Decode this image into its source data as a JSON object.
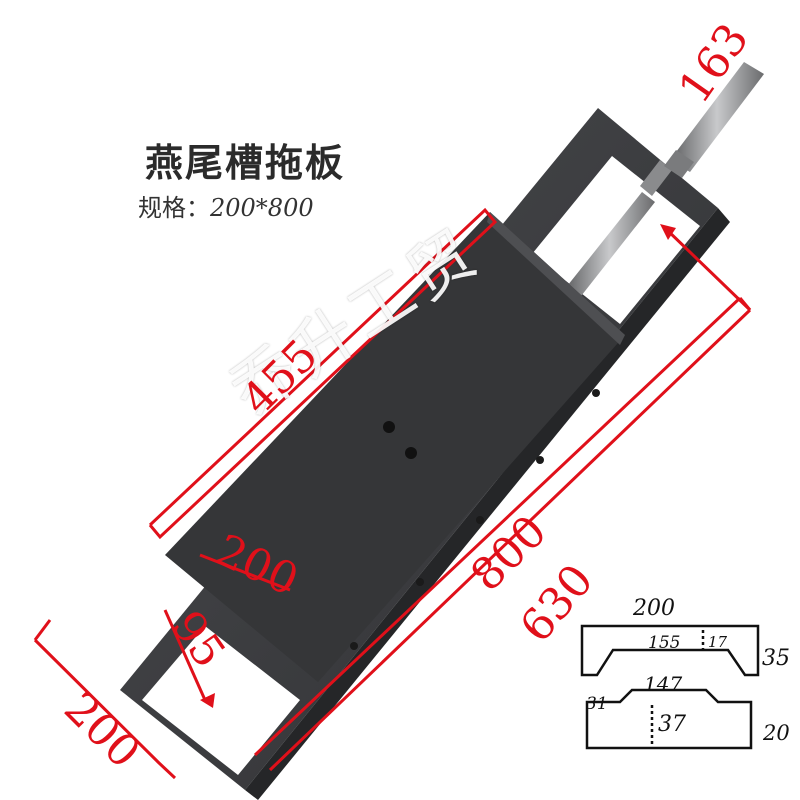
{
  "product": {
    "title": "燕尾槽拖板",
    "spec_label": "规格：",
    "spec_value": "200*800"
  },
  "watermark": "乔升工贸",
  "dimensions": {
    "top_shaft": "163",
    "carriage_length": "455",
    "carriage_width": "200",
    "total_length": "800",
    "rail_length": "630",
    "end_offset": "95",
    "base_width": "200"
  },
  "profile": {
    "top": {
      "width": "200",
      "inner": "155",
      "lip": "17",
      "height": "35"
    },
    "bottom": {
      "width": "147",
      "side": "31",
      "depth": "37",
      "height": "20"
    }
  },
  "colors": {
    "dimension_lines": "#e0101a",
    "metal": "#3a3b3d"
  }
}
